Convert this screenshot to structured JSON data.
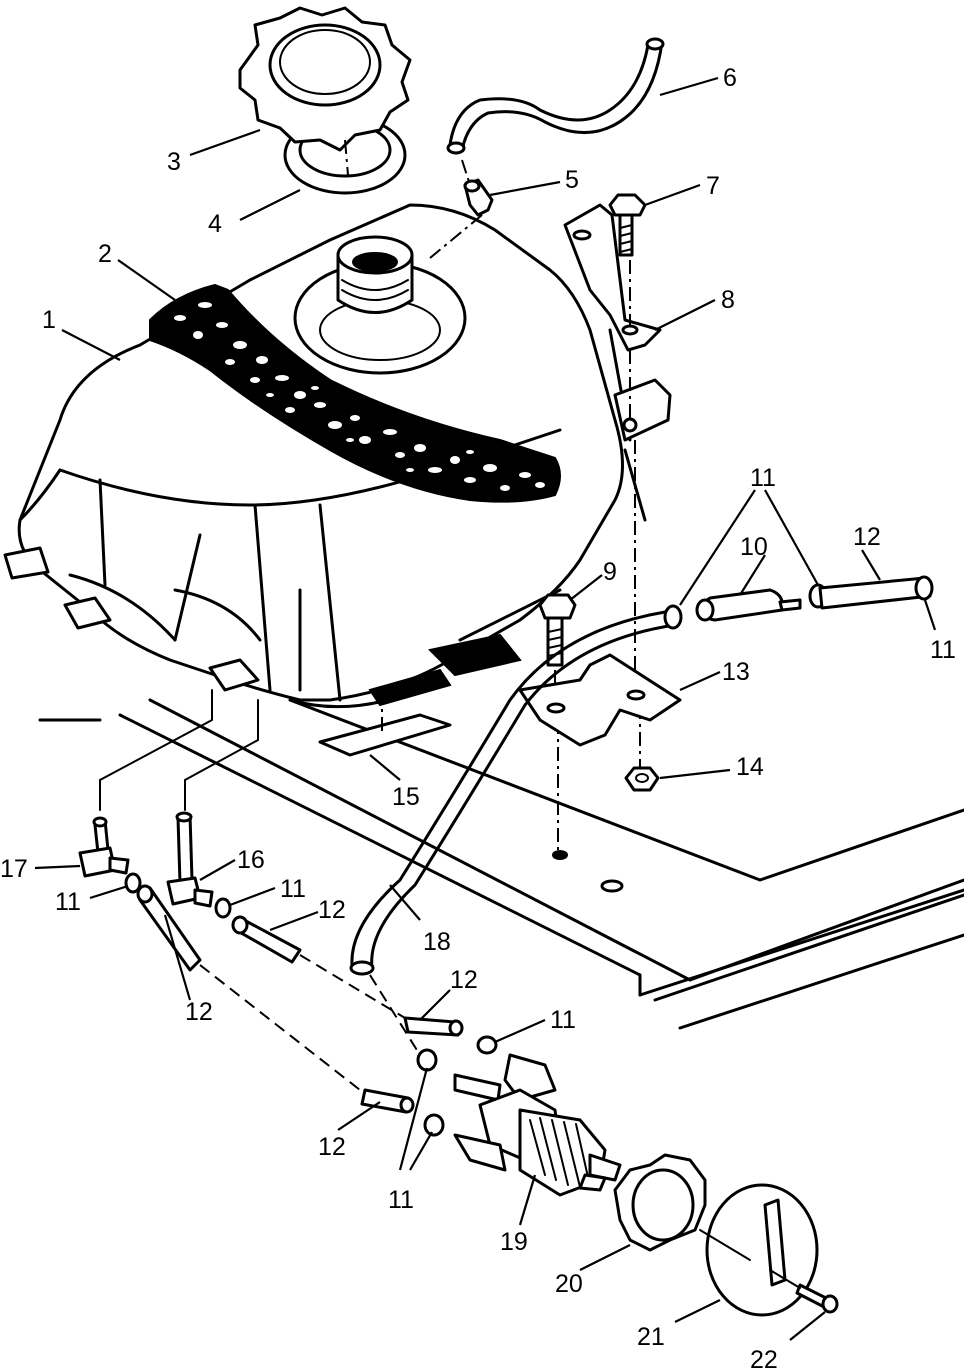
{
  "callouts": {
    "c1": "1",
    "c2": "2",
    "c3": "3",
    "c4": "4",
    "c5": "5",
    "c6": "6",
    "c7": "7",
    "c8": "8",
    "c9": "9",
    "c10": "10",
    "c11": "11",
    "c12": "12",
    "c13": "13",
    "c14": "14",
    "c15": "15",
    "c16": "16",
    "c17": "17",
    "c18": "18",
    "c19": "19",
    "c20": "20",
    "c21": "21",
    "c22": "22"
  },
  "parts": {
    "tank": "fuel-tank",
    "pad": "tank-pad",
    "cap": "fuel-cap",
    "gasket": "cap-gasket",
    "vent_fitting": "vent-fitting",
    "vent_hose": "vent-hose",
    "bolt": "bolt",
    "bracket": "bracket",
    "filter": "fuel-filter",
    "clamp": "hose-clamp",
    "hose": "fuel-hose",
    "mount": "mounting-bracket",
    "nut": "nut",
    "foam": "foam-pad",
    "fitting": "elbow-fitting",
    "line": "fuel-line",
    "petcock": "fuel-petcock",
    "lock_ring": "lock-ring",
    "knob": "petcock-knob",
    "screw": "screw"
  }
}
